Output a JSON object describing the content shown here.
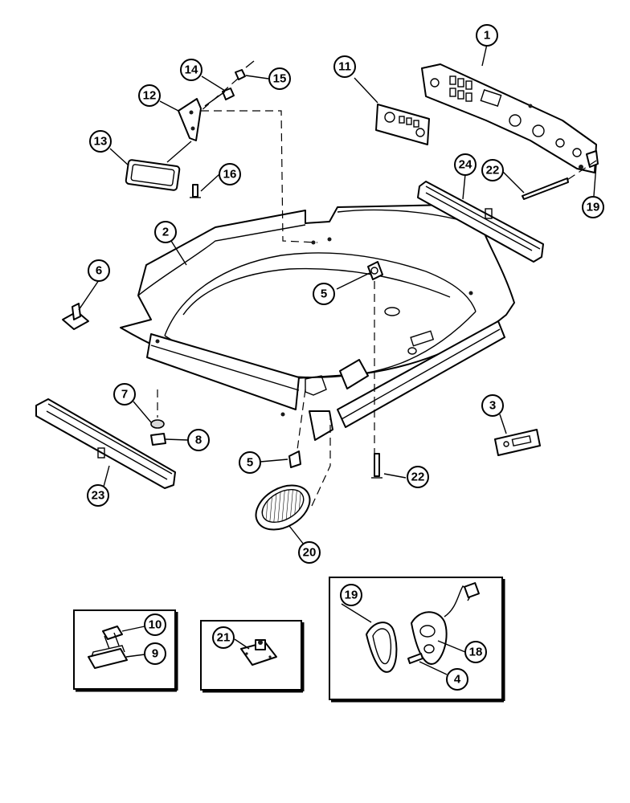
{
  "callouts": [
    {
      "id": "c1",
      "label": "1"
    },
    {
      "id": "c2",
      "label": "2"
    },
    {
      "id": "c3",
      "label": "3"
    },
    {
      "id": "c4",
      "label": "4"
    },
    {
      "id": "c5a",
      "label": "5"
    },
    {
      "id": "c5b",
      "label": "5"
    },
    {
      "id": "c6",
      "label": "6"
    },
    {
      "id": "c7",
      "label": "7"
    },
    {
      "id": "c8",
      "label": "8"
    },
    {
      "id": "c9",
      "label": "9"
    },
    {
      "id": "c10",
      "label": "10"
    },
    {
      "id": "c11",
      "label": "11"
    },
    {
      "id": "c12",
      "label": "12"
    },
    {
      "id": "c13",
      "label": "13"
    },
    {
      "id": "c14",
      "label": "14"
    },
    {
      "id": "c15",
      "label": "15"
    },
    {
      "id": "c16",
      "label": "16"
    },
    {
      "id": "c18",
      "label": "18"
    },
    {
      "id": "c19a",
      "label": "19"
    },
    {
      "id": "c19b",
      "label": "19"
    },
    {
      "id": "c20",
      "label": "20"
    },
    {
      "id": "c21",
      "label": "21"
    },
    {
      "id": "c22a",
      "label": "22"
    },
    {
      "id": "c22b",
      "label": "22"
    },
    {
      "id": "c23",
      "label": "23"
    },
    {
      "id": "c24",
      "label": "24"
    }
  ],
  "colors": {
    "line": "#000000",
    "background": "#ffffff"
  }
}
